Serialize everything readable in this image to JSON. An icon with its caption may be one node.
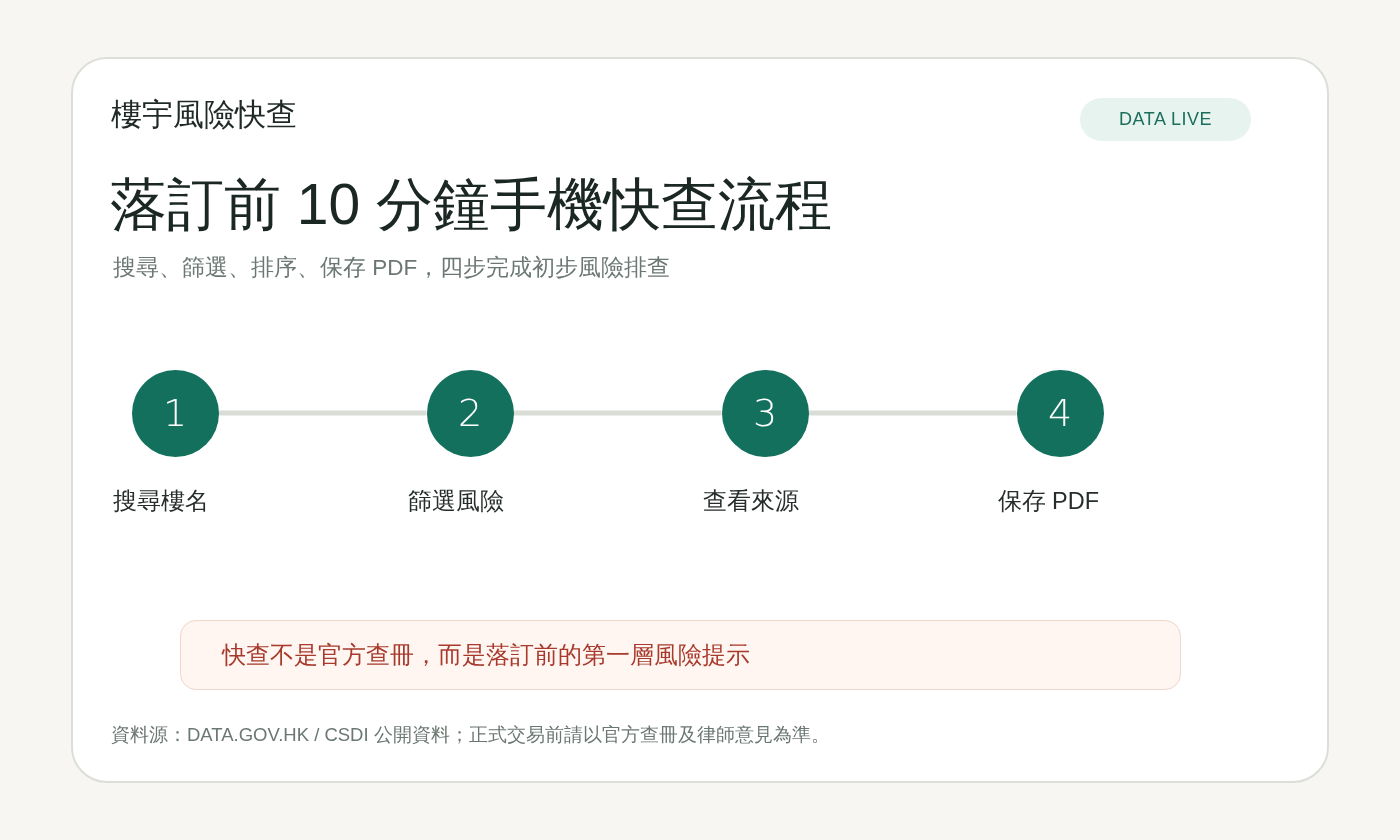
{
  "diagram": {
    "title": "落訂前 10 分鐘手機快查流程",
    "nodes": [
      {
        "text": [
          "DATA LIVE"
        ]
      },
      {
        "text": [
          "1"
        ],
        "beside": [
          "搜尋樓名"
        ]
      },
      {
        "text": [
          "2"
        ],
        "beside": [
          "篩選風險"
        ]
      },
      {
        "text": [
          "3"
        ],
        "beside": [
          "查看來源"
        ]
      },
      {
        "text": [
          "4"
        ],
        "beside": [
          "保存 PDF"
        ]
      },
      {
        "text": [
          "快查不是官方查冊，而是落訂前的第一層風險提示"
        ]
      }
    ],
    "edges": [
      {
        "from": 1,
        "to": 2,
        "arrow": "none"
      },
      {
        "from": 2,
        "to": 3,
        "arrow": "none"
      },
      {
        "from": 3,
        "to": 4,
        "arrow": "none"
      }
    ],
    "labels": [
      "樓宇風險快查",
      "搜尋、篩選、排序、保存 PDF，四步完成初步風險排查",
      "資料源：DATA.GOV.HK / CSDI 公開資料；正式交易前請以官方查冊及律師意見為準。"
    ]
  }
}
